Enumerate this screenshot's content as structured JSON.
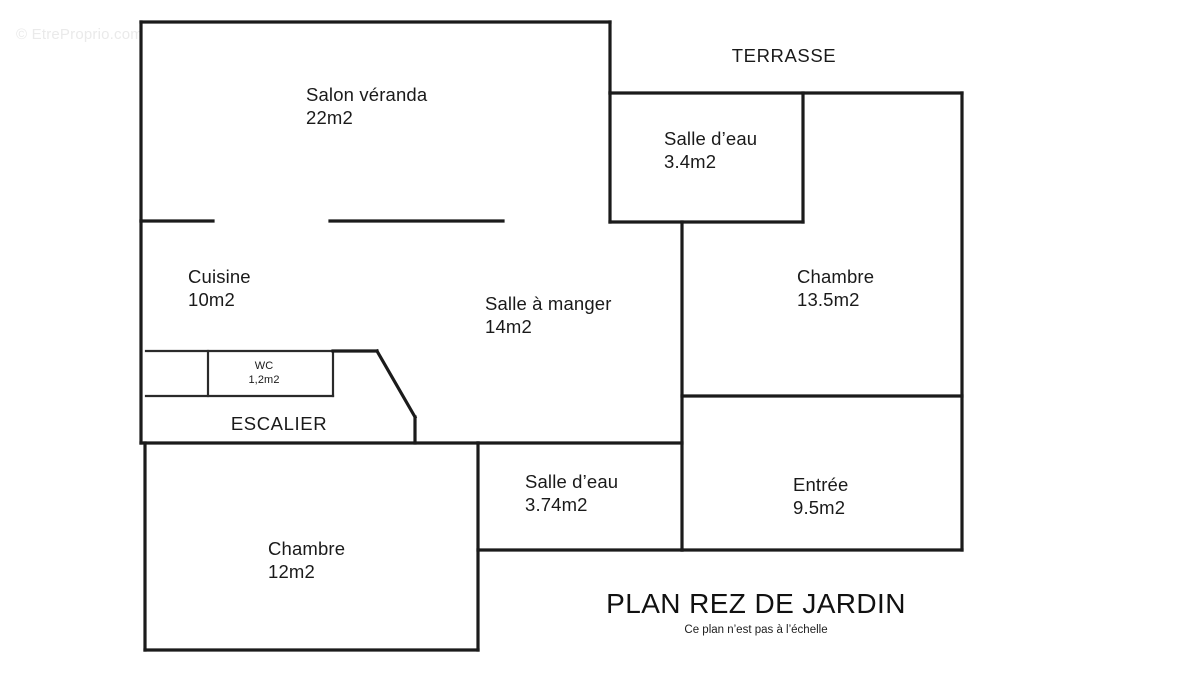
{
  "watermark": {
    "text": "© EtreProprio.com"
  },
  "title": {
    "main": "PLAN REZ DE JARDIN",
    "subtitle": "Ce plan n’est pas à l’échelle"
  },
  "rooms": [
    {
      "key": "salon_veranda",
      "name": "Salon véranda",
      "area": "22m2"
    },
    {
      "key": "terrasse",
      "name": "TERRASSE",
      "area": ""
    },
    {
      "key": "salle_eau_haut",
      "name": "Salle d’eau",
      "area": "3.4m2"
    },
    {
      "key": "cuisine",
      "name": "Cuisine",
      "area": "10m2"
    },
    {
      "key": "salle_a_manger",
      "name": "Salle à manger",
      "area": "14m2"
    },
    {
      "key": "chambre_haut",
      "name": "Chambre",
      "area": "13.5m2"
    },
    {
      "key": "wc",
      "name": "WC",
      "area": "1,2m2"
    },
    {
      "key": "escalier",
      "name": "ESCALIER",
      "area": ""
    },
    {
      "key": "salle_eau_bas",
      "name": "Salle d’eau",
      "area": "3.74m2"
    },
    {
      "key": "entree",
      "name": "Entrée",
      "area": "9.5m2"
    },
    {
      "key": "chambre_bas",
      "name": "Chambre",
      "area": "12m2"
    }
  ],
  "colors": {
    "wall": "#1b1b1b",
    "background": "#ffffff",
    "text": "#1a1a1a",
    "watermark": "#eaeaea"
  }
}
